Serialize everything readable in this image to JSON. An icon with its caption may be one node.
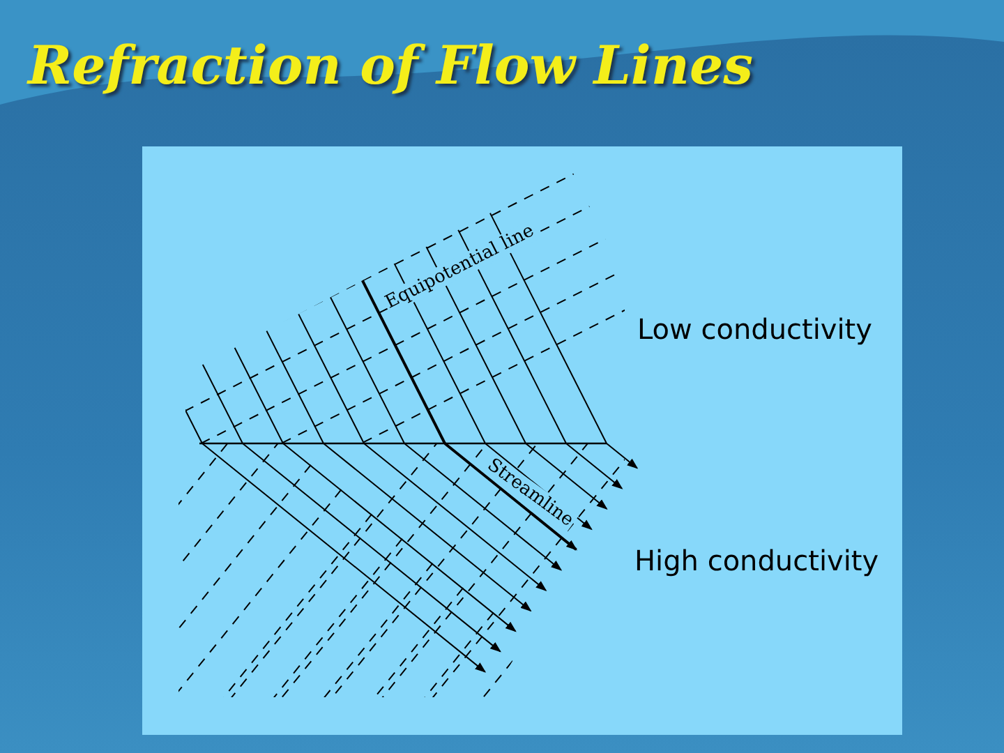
{
  "diagram": {
    "title": "Refraction of Flow Lines",
    "labels": [
      "Equipotential line",
      "Streamline",
      "Low conductivity",
      "High conductivity"
    ]
  }
}
